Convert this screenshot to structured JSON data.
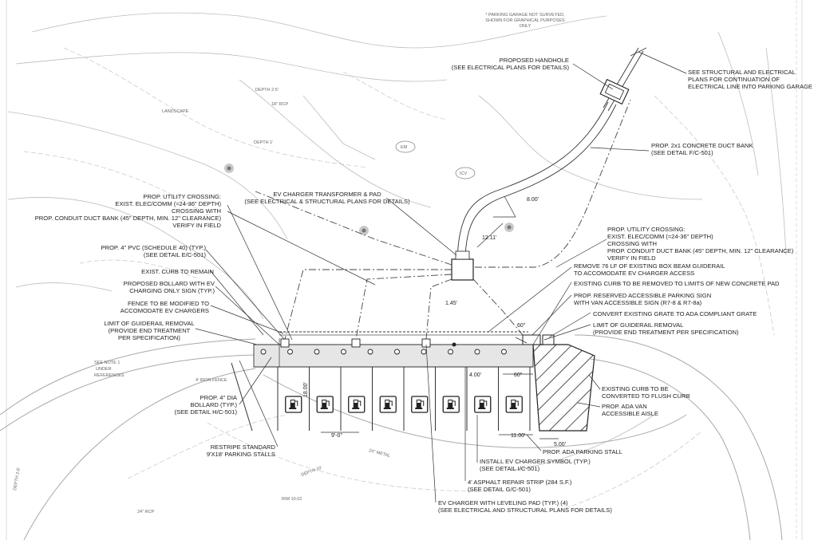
{
  "note_top": [
    "* PARKING GARAGE NOT SURVEYED,",
    "SHOWN FOR GRAPHICAL PURPOSES",
    "ONLY"
  ],
  "callouts": {
    "handhole": [
      "PROPOSED HANDHOLE",
      "(SEE ELECTRICAL PLANS FOR DETAILS)"
    ],
    "structural_plans": [
      "SEE STRUCTURAL AND ELECTRICAL",
      "PLANS FOR CONTINUATION OF",
      "ELECTRICAL LINE INTO PARKING GARAGE"
    ],
    "duct_bank": [
      "PROP. 2x1 CONCRETE DUCT BANK",
      "(SEE DETAIL F/C-501)"
    ],
    "utility_crossing_left": [
      "PROP. UTILITY CROSSING:",
      "EXIST. ELEC/COMM (≈24-36\" DEPTH)",
      "CROSSING WITH",
      "PROP. CONDUIT DUCT BANK (45\" DEPTH, MIN. 12\" CLEARANCE)",
      "VERIFY IN FIELD"
    ],
    "transformer": [
      "EV CHARGER TRANSFORMER & PAD",
      "(SEE ELECTRICAL & STRUCTURAL PLANS FOR DETAILS)"
    ],
    "utility_crossing_right": [
      "PROP. UTILITY CROSSING:",
      "EXIST. ELEC/COMM (≈24-36\" DEPTH)",
      "CROSSING WITH",
      "PROP. CONDUIT DUCT BANK (45\" DEPTH, MIN. 12\" CLEARANCE)",
      "VERIFY IN FIELD"
    ],
    "pvc": [
      "PROP. 4\" PVC (SCHEDULE 40) (TYP.)",
      "(SEE DETAIL E/C-501)"
    ],
    "curb_remain": [
      "EXIST. CURB TO REMAIN"
    ],
    "bollard_sign": [
      "PROPOSED BOLLARD WITH EV",
      "CHARGING ONLY SIGN (TYP.)"
    ],
    "fence": [
      "FENCE TO BE MODIFIED TO",
      "ACCOMODATE EV CHARGERS"
    ],
    "guiderail_left": [
      "LIMIT OF GUIDERAIL REMOVAL",
      "(PROVIDE END TREATMENT",
      "PER SPECIFICATION)"
    ],
    "remove_guiderail": [
      "REMOVE 76 LF OF EXISTING BOX BEAM GUIDERAIL",
      "TO ACCOMODATE EV CHARGER ACCESS"
    ],
    "curb_removed": [
      "EXISTING CURB TO BE REMOVED TO LIMITS OF NEW CONCRETE PAD"
    ],
    "reserved_sign": [
      "PROP. RESERVED ACCESSIBLE PARKING SIGN",
      "WITH VAN ACCESSIBLE SIGN (R7-8 & R7-8a)"
    ],
    "grate": [
      "CONVERT EXISTING GRATE TO ADA COMPLIANT GRATE"
    ],
    "guiderail_right": [
      "LIMIT OF GUIDERAIL REMOVAL",
      "(PROVIDE END TREATMENT PER SPECIFICATION)"
    ],
    "flush_curb": [
      "EXISTING CURB TO BE",
      "CONVERTED TO FLUSH CURB"
    ],
    "ada_aisle": [
      "PROP. ADA VAN",
      "ACCESSIBLE AISLE"
    ],
    "dia_bollard": [
      "PROP. 4\" DIA",
      "BOLLARD (TYP.)",
      "(SEE DETAIL H/C-501)"
    ],
    "restripe": [
      "RESTRIPE STANDARD",
      "9'X18' PARKING STALLS"
    ],
    "ada_stall": [
      "PROP. ADA PARKING STALL"
    ],
    "ev_symbol": [
      "INSTALL EV CHARGER SYMBOL (TYP.)",
      "(SEE DETAIL I/C-501)"
    ],
    "asphalt": [
      "4' ASPHALT REPAIR STRIP (284 S.F.)",
      "(SEE DETAIL G/C-501)"
    ],
    "leveling_pad": [
      "EV CHARGER WITH LEVELING PAD (TYP.) (4)",
      "(SEE ELECTRICAL AND STRUCTURAL PLANS FOR DETAILS)"
    ]
  },
  "dimensions": {
    "d_800": "8.00'",
    "d_1211": "12.11'",
    "d_145": "1.45'",
    "d_60_a": "60\"",
    "d_60_b": "60\"",
    "d_400": "4.00'",
    "d_1100": "11.00'",
    "d_500": "5.00'",
    "d_94": "9'-0\"",
    "d_1800": "18.00'"
  },
  "map_labels": {
    "landscape": "LANDSCAPE",
    "em": "EM",
    "icv": "ICV",
    "depth_25": "DEPTH 2.5'",
    "depth_1": "DEPTH 1'",
    "depth_28": "DEPTH 2.8'",
    "depth_10": "DEPTH 10'",
    "rcp_18": "18\" RCP",
    "rcp_24": "24\" RCP",
    "rim": "RIM 10.02",
    "metal": "24\" METAL",
    "iron_fence": "4' IRON FENCE",
    "see_note": "SEE NOTE 1",
    "under_ref": "UNDER",
    "references": "REFERENCES"
  },
  "stalls": {
    "count": 8,
    "ev_icon": "ev-charger-icon"
  },
  "colors": {
    "line": "#333333",
    "topo": "#bdbdbd",
    "pad": "#e6e6e6"
  }
}
